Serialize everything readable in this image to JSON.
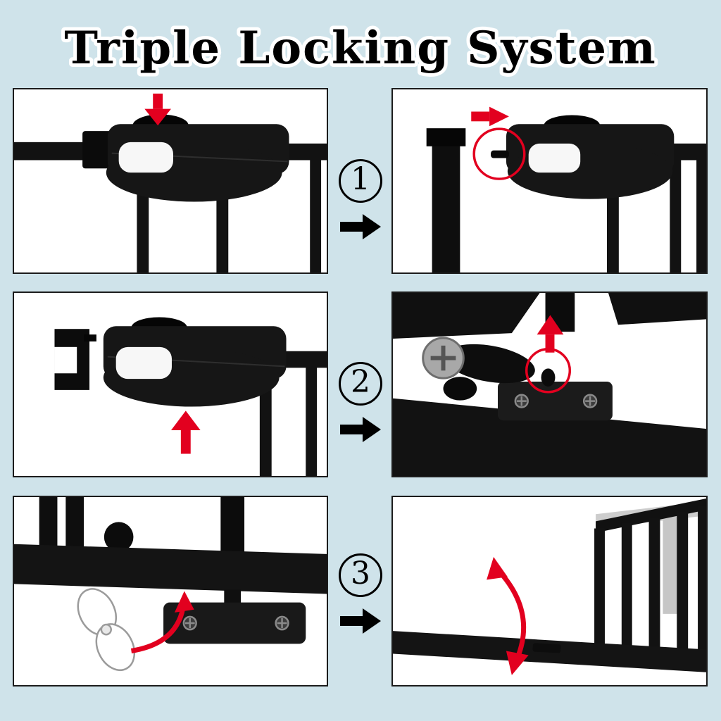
{
  "title": "Triple Locking System",
  "colors": {
    "background": "#cfe3ea",
    "panel_background": "#ffffff",
    "panel_border": "#1c1c1c",
    "accent_red": "#e2001f",
    "ink": "#000000",
    "gray_metal": "#c9c9c9"
  },
  "steps": [
    {
      "number": "1"
    },
    {
      "number": "2"
    },
    {
      "number": "3"
    }
  ],
  "panels": [
    {
      "id": "step1-action",
      "indicator_icon": "red-arrow-down"
    },
    {
      "id": "step1-result",
      "indicator_icon": "red-arrow-right-and-circle"
    },
    {
      "id": "step2-action",
      "indicator_icon": "red-arrow-up"
    },
    {
      "id": "step2-result",
      "indicator_icon": "red-arrow-up-and-circle"
    },
    {
      "id": "step3-action",
      "indicator_icon": "red-rotate-arrow"
    },
    {
      "id": "step3-result",
      "indicator_icon": "red-swing-arrow"
    }
  ]
}
